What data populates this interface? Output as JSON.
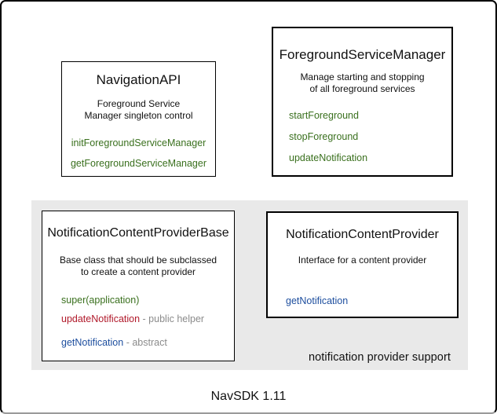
{
  "colors": {
    "method_green": "#3a701e",
    "method_red": "#b11a2b",
    "method_blue": "#1d4e9e",
    "suffix_gray": "#8b8b8b",
    "group_bg": "#e9e9e9",
    "border_black": "#000000"
  },
  "caption": "NavSDK 1.11",
  "group": {
    "label": "notification provider support"
  },
  "boxes": {
    "navigation_api": {
      "title": "NavigationAPI",
      "desc1": "Foreground Service",
      "desc2": "Manager singleton control",
      "methods": {
        "init": "initForegroundServiceManager",
        "get": "getForegroundServiceManager"
      }
    },
    "foreground_service_manager": {
      "title": "ForegroundServiceManager",
      "desc1": "Manage starting and stopping",
      "desc2": "of all foreground services",
      "methods": {
        "start": "startForeground",
        "stop": "stopForeground",
        "update": "updateNotification"
      }
    },
    "notification_content_provider_base": {
      "title": "NotificationContentProviderBase",
      "desc1": "Base class that should be subclassed",
      "desc2": "to create a content provider",
      "methods": {
        "super": "super(application)",
        "update_name": "updateNotification",
        "update_suffix": " - public helper",
        "get_name": "getNotification",
        "get_suffix": " - abstract"
      }
    },
    "notification_content_provider": {
      "title": "NotificationContentProvider",
      "desc1": "Interface for a content provider",
      "methods": {
        "get": "getNotification"
      }
    }
  }
}
